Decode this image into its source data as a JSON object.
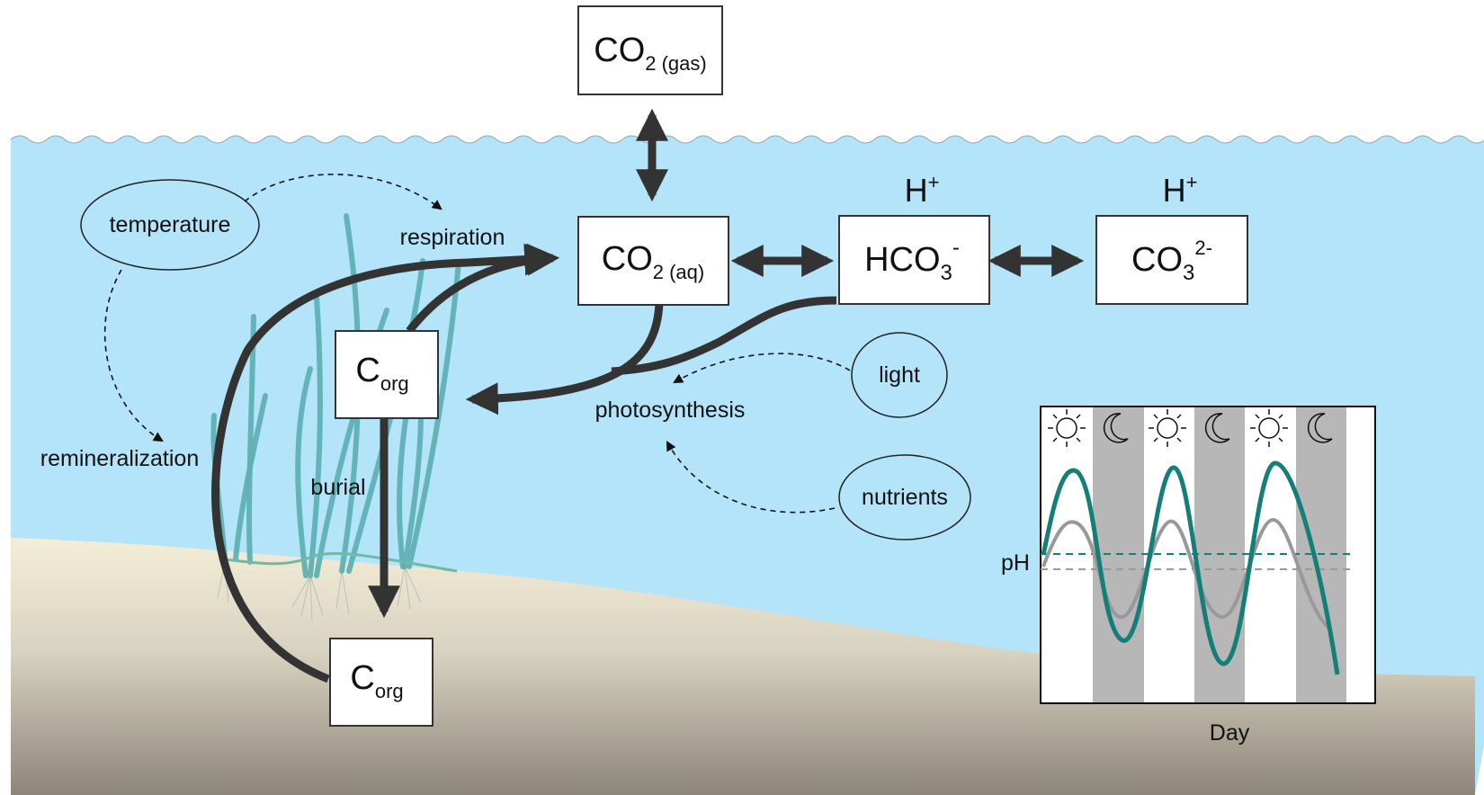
{
  "boxes": {
    "co2_gas": {
      "main": "CO",
      "sub": "2 (gas)"
    },
    "co2_aq": {
      "main": "CO",
      "sub": "2 (aq)"
    },
    "hco3": {
      "main": "HCO",
      "sub": "3",
      "sup": "-"
    },
    "co3": {
      "main": "CO",
      "sub": "3",
      "sup": "2-"
    },
    "corg_upper": {
      "main": "C",
      "sub": "org"
    },
    "corg_lower": {
      "main": "C",
      "sub": "org"
    }
  },
  "protons": {
    "h1": {
      "main": "H",
      "sup": "+"
    },
    "h2": {
      "main": "H",
      "sup": "+"
    }
  },
  "labels": {
    "respiration": "respiration",
    "photosynthesis": "photosynthesis",
    "remineralization": "remineralization",
    "burial": "burial"
  },
  "factors": {
    "temperature": "temperature",
    "light": "light",
    "nutrients": "nutrients"
  },
  "inset": {
    "ylabel": "pH",
    "xlabel": "Day",
    "icons": [
      "sun-icon",
      "moon-icon",
      "sun-icon",
      "moon-icon",
      "sun-icon",
      "moon-icon"
    ],
    "colors": {
      "strong": "#137f78",
      "weak": "#999999",
      "night": "#b7b7b7"
    }
  },
  "colors": {
    "water": "#b3e4f9",
    "sediment_top": "#f4eed8",
    "sediment_bottom": "#8d857a",
    "arrow": "#333333",
    "seagrass": "#5fb0b4"
  }
}
